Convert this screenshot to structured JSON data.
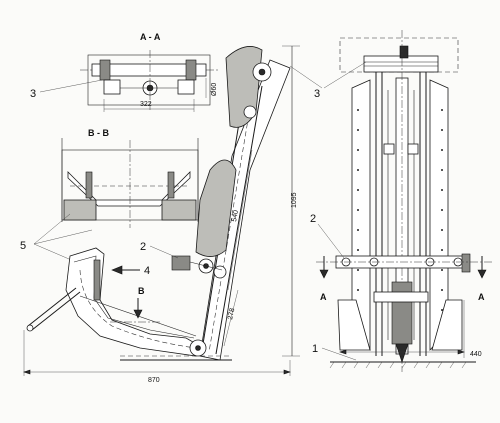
{
  "section_labels": {
    "aa_top": "A - A",
    "bb": "B - B",
    "a_left": "A",
    "a_right": "A",
    "b_arrow": "B"
  },
  "callouts": {
    "c3_left": "3",
    "c3_right": "3",
    "c2_side": "2",
    "c2_front": "2",
    "c4": "4",
    "c5": "5",
    "c1": "1"
  },
  "dimensions": {
    "d322": "322",
    "d60": "Ø60",
    "d1095": "1095",
    "d540": "540",
    "d278": "278",
    "d870": "870",
    "d440": "440"
  }
}
